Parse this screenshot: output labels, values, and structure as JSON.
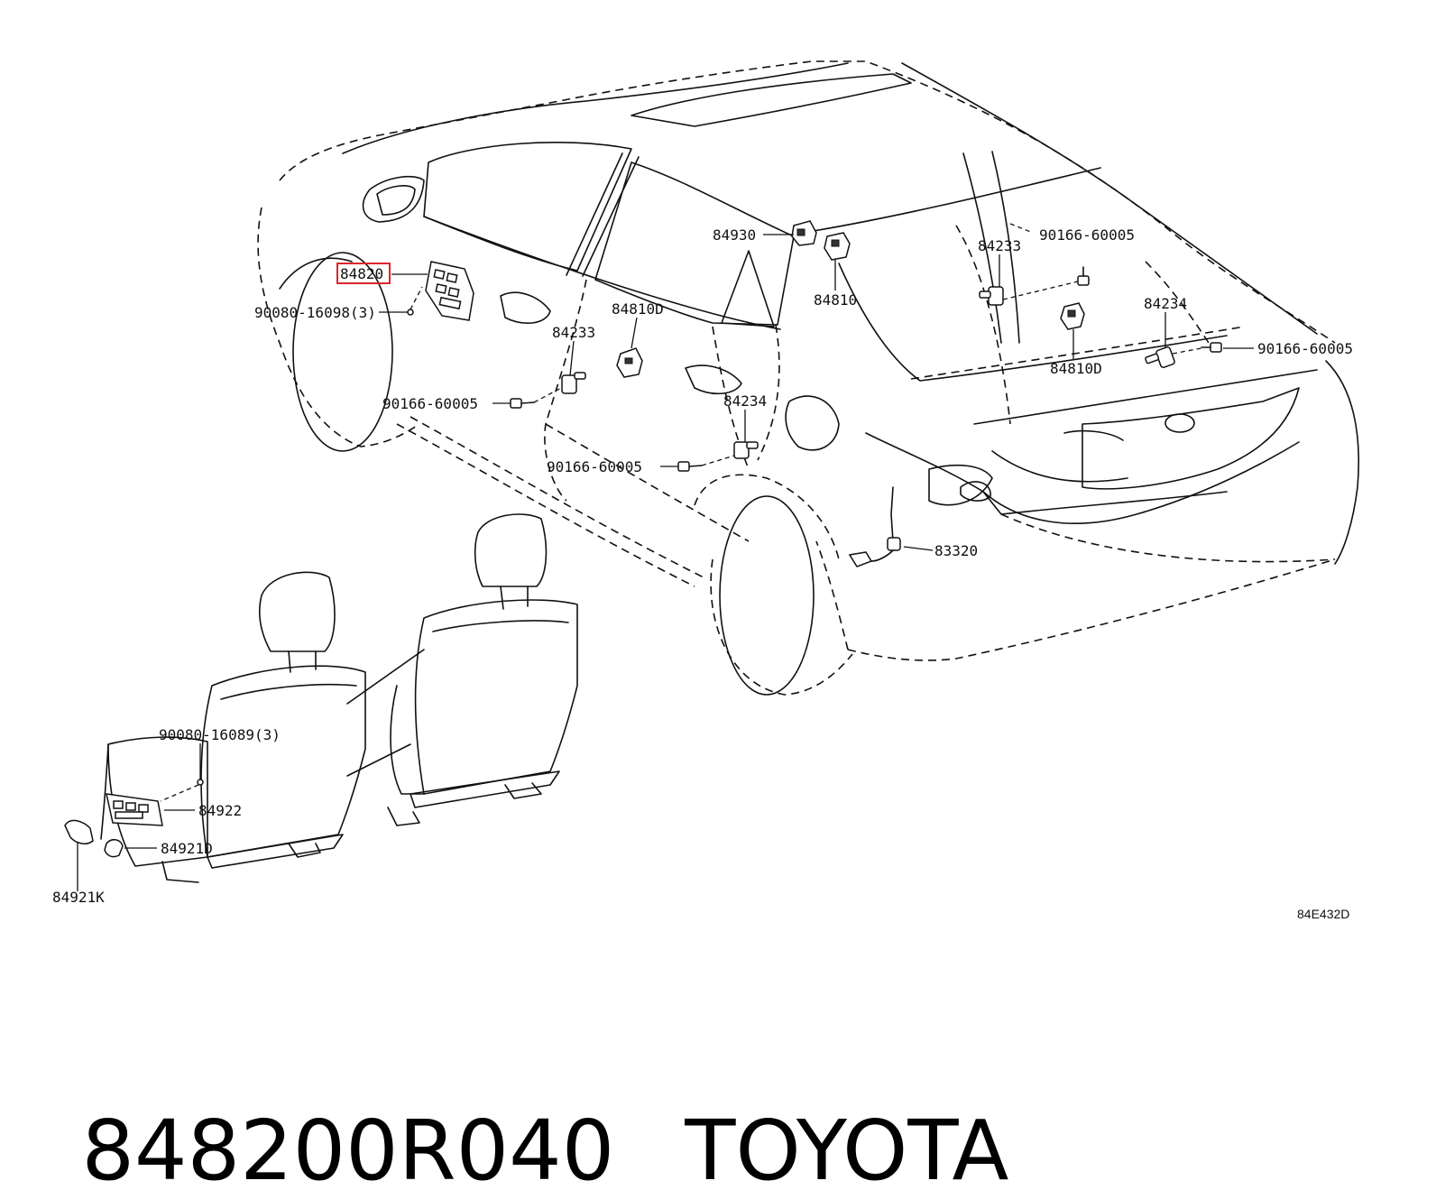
{
  "diagram": {
    "ref_code": "84E432D",
    "highlight_color": "#d9262b",
    "callouts": {
      "c84820": "84820",
      "c90080_16098": "90080-16098(3)",
      "c84930": "84930",
      "c84810": "84810",
      "c84233_a": "84233",
      "c84233_b": "84233",
      "c90166_a": "90166-60005",
      "c90166_b": "90166-60005",
      "c90166_c": "90166-60005",
      "c90166_d": "90166-60005",
      "c84810D_a": "84810D",
      "c84810D_b": "84810D",
      "c84234_a": "84234",
      "c84234_b": "84234",
      "c83320": "83320",
      "c90080_16089": "90080-16089(3)",
      "c84922": "84922",
      "c84921D": "84921D",
      "c84921K": "84921K"
    }
  },
  "footer": {
    "part_number": "848200R040",
    "brand": "TOYOTA"
  }
}
